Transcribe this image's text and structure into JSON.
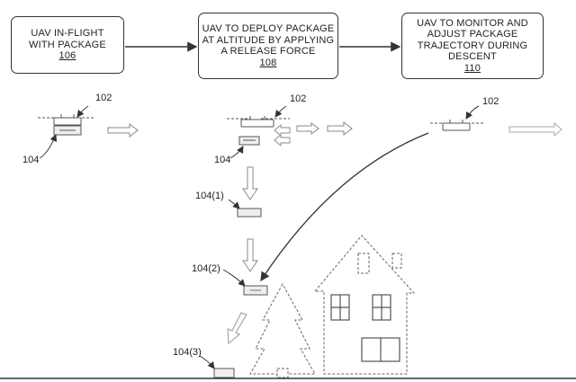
{
  "steps": [
    {
      "text": "UAV IN-FLIGHT WITH PACKAGE",
      "ref": "106"
    },
    {
      "text": "UAV TO DEPLOY PACKAGE AT ALTITUDE BY APPLYING A RELEASE FORCE",
      "ref": "108"
    },
    {
      "text": "UAV TO MONITOR AND ADJUST PACKAGE TRAJECTORY DURING DESCENT",
      "ref": "110"
    }
  ],
  "labels": {
    "uav_a": "102",
    "uav_b": "102",
    "uav_c": "102",
    "pkg_a": "104",
    "pkg_b": "104",
    "pkg_1": "104(1)",
    "pkg_2": "104(2)",
    "pkg_3": "104(3)"
  }
}
